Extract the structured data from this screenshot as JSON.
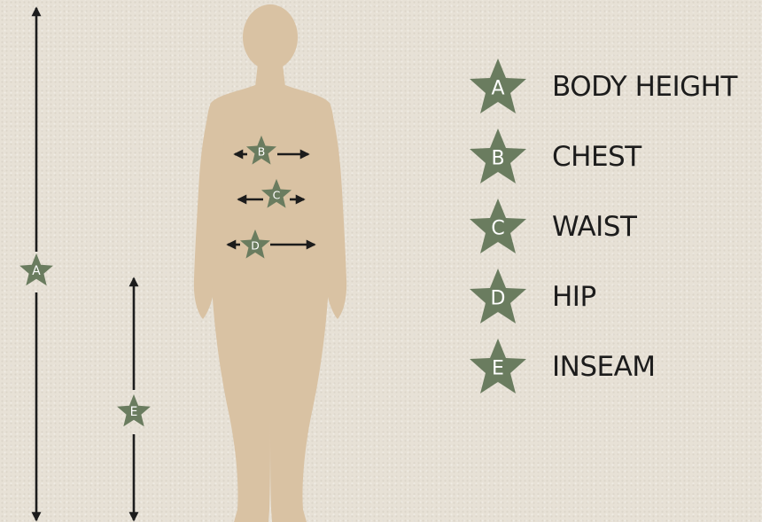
{
  "colors": {
    "background": "#e7e1d6",
    "silhouette": "#d9c2a3",
    "star": "#6a7c5f",
    "arrow": "#1c1c1c"
  },
  "markers": {
    "body_height": "A",
    "chest": "B",
    "waist": "C",
    "hip": "D",
    "inseam": "E"
  },
  "legend": [
    {
      "letter": "A",
      "label": "BODY HEIGHT"
    },
    {
      "letter": "B",
      "label": "CHEST"
    },
    {
      "letter": "C",
      "label": "WAIST"
    },
    {
      "letter": "D",
      "label": "HIP"
    },
    {
      "letter": "E",
      "label": "INSEAM"
    }
  ],
  "icons": [
    "star-icon",
    "double-arrow-icon",
    "body-silhouette-icon"
  ]
}
